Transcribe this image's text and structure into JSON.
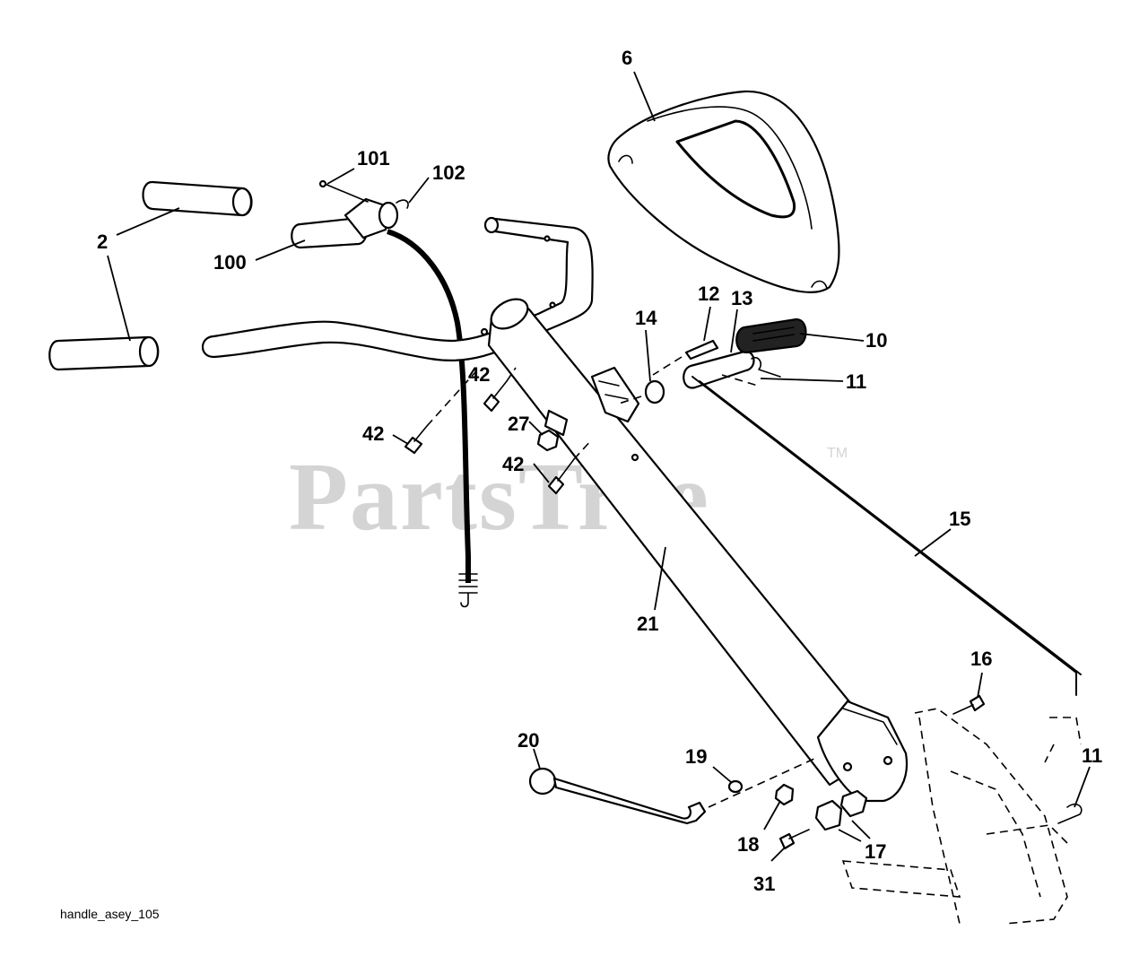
{
  "watermark": {
    "text": "PartsTree",
    "mark": "TM"
  },
  "caption": "handle_asey_105",
  "callouts": {
    "c2": "2",
    "c6": "6",
    "c10": "10",
    "c11a": "11",
    "c11b": "11",
    "c12": "12",
    "c13": "13",
    "c14": "14",
    "c15": "15",
    "c16": "16",
    "c17": "17",
    "c18": "18",
    "c19": "19",
    "c20": "20",
    "c21": "21",
    "c27": "27",
    "c31": "31",
    "c42a": "42",
    "c42b": "42",
    "c42c": "42",
    "c100": "100",
    "c101": "101",
    "c102": "102"
  }
}
